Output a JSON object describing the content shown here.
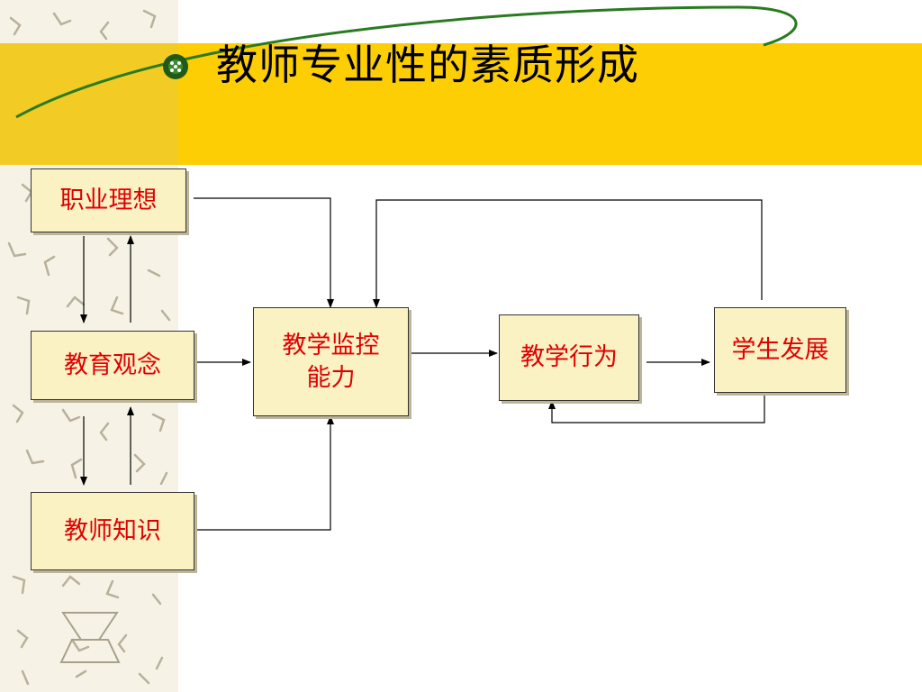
{
  "slide": {
    "title": "教师专业性的素质形成",
    "accent_color": "#fece04",
    "text_color": "#e00000"
  },
  "boxes": {
    "ideal": "职业理想",
    "concept": "教育观念",
    "knowledge": "教师知识",
    "monitor_line1": "教学监控",
    "monitor_line2": "能力",
    "behavior": "教学行为",
    "development": "学生发展"
  }
}
